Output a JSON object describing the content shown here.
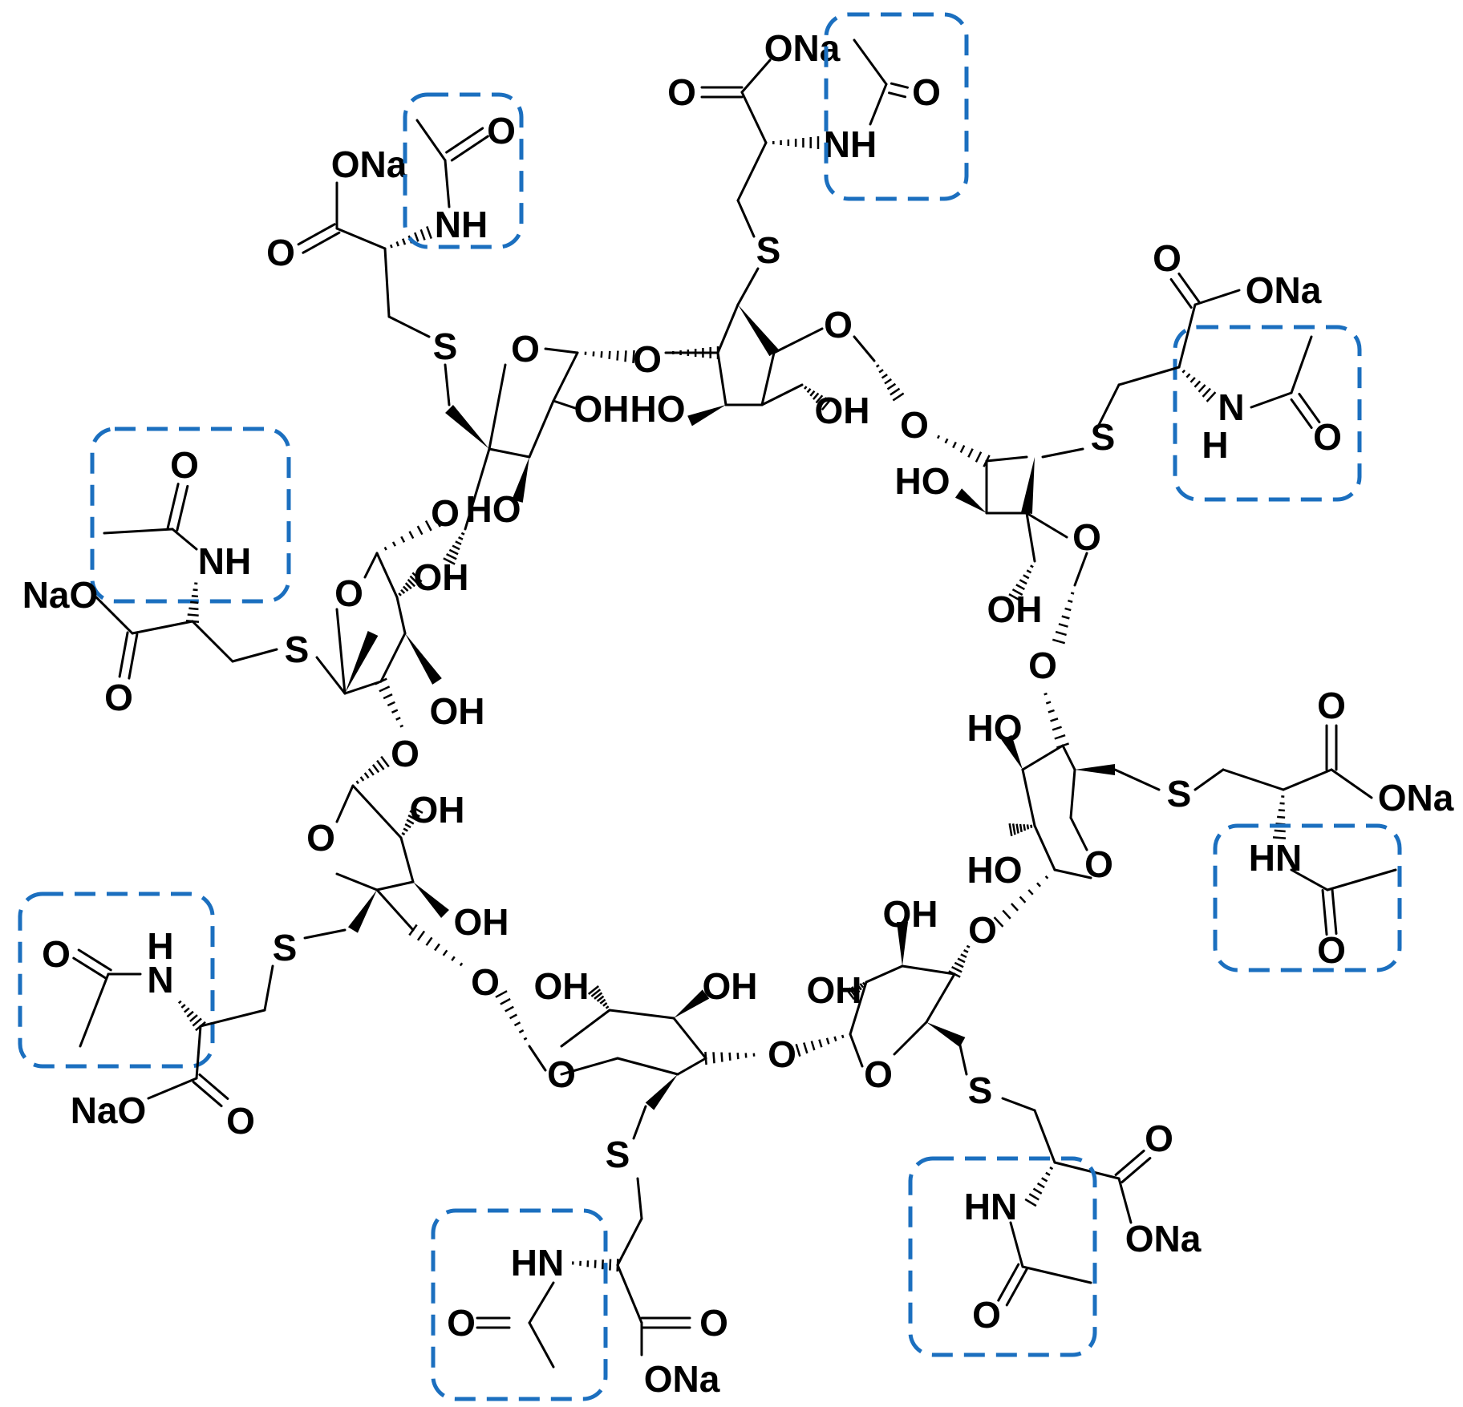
{
  "labels": {
    "oxygen": "O",
    "hydroxyl": "OH",
    "hydroxyl_left": "HO",
    "sulfur": "S",
    "amine": "NH",
    "amine_left": "HN",
    "amine_h": "H",
    "amine_n": "N",
    "sodium_carboxylate": "ONa",
    "sodium_carboxylate_left": "NaO"
  },
  "colors": {
    "bond": "#000000",
    "highlight_box": "#1b6fbf",
    "background": "#ffffff"
  }
}
